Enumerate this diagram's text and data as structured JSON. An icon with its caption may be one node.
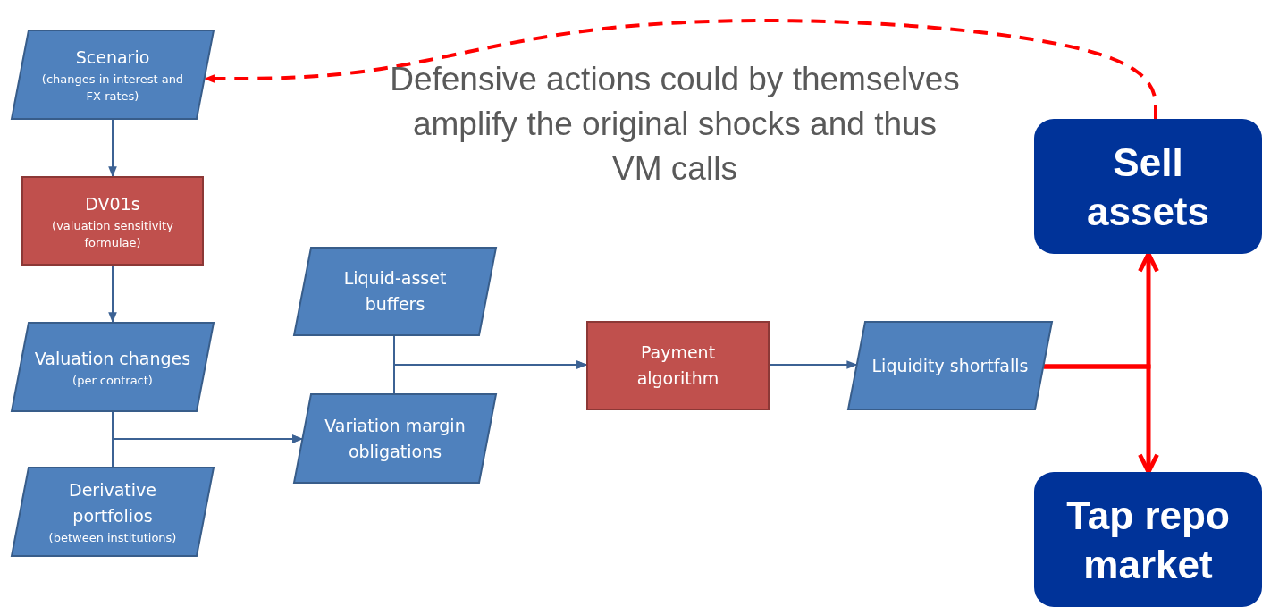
{
  "diagram": {
    "nodes": [
      {
        "text": [
          "Scenario",
          "(changes in interest and FX rates)"
        ]
      },
      {
        "text": [
          "DV01s",
          "(valuation sensitivity formulae)"
        ]
      },
      {
        "text": [
          "Valuation changes",
          "(per contract)"
        ]
      },
      {
        "text": [
          "Derivative portfolios",
          "(between institutions)"
        ]
      },
      {
        "text": [
          "Liquid-asset buffers"
        ]
      },
      {
        "text": [
          "Variation margin obligations"
        ]
      },
      {
        "text": [
          "Payment algorithm"
        ]
      },
      {
        "text": [
          "Liquidity shortfalls"
        ]
      },
      {
        "text": [
          "Sell assets"
        ]
      },
      {
        "text": [
          "Tap repo market"
        ]
      }
    ],
    "edges": [
      {
        "from": 0,
        "to": 1,
        "arrow": "to"
      },
      {
        "from": 1,
        "to": 2,
        "arrow": "to"
      },
      {
        "from": 2,
        "to": 5,
        "arrow": "to"
      },
      {
        "from": 3,
        "to": 5,
        "arrow": "to"
      },
      {
        "from": 4,
        "to": 6,
        "arrow": "to"
      },
      {
        "from": 5,
        "to": 6,
        "arrow": "to"
      },
      {
        "from": 6,
        "to": 7,
        "arrow": "to"
      },
      {
        "from": 7,
        "to": 8,
        "arrow": "to",
        "style": "thick",
        "color": "#ff0000"
      },
      {
        "from": 7,
        "to": 9,
        "arrow": "to",
        "style": "thick",
        "color": "#ff0000"
      },
      {
        "from": 8,
        "to": 0,
        "arrow": "to",
        "style": "dashed",
        "color": "#ff0000"
      }
    ],
    "labels": [
      "Defensive actions could by themselves amplify the original shocks and thus VM calls"
    ]
  }
}
